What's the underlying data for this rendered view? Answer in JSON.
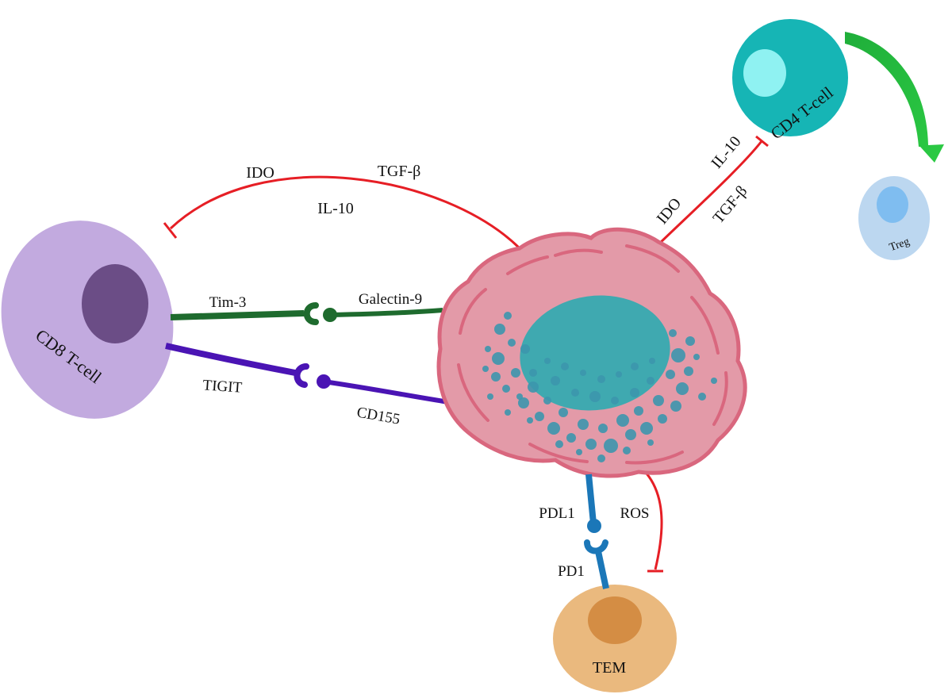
{
  "cells": {
    "cd8": {
      "label": "CD8 T-cell",
      "fill": "#c2aadf",
      "nucleus": "#6b4d86"
    },
    "cd4": {
      "label": "CD4 T-cell",
      "fill": "#16b5b5",
      "nucleus": "#8ff2f2"
    },
    "treg": {
      "label": "Treg",
      "fill": "#bcd7f0",
      "nucleus": "#7fbdf0"
    },
    "tem": {
      "label": "TEM",
      "fill": "#eab97e",
      "nucleus": "#d48d44"
    },
    "tumor": {
      "fill": "#e39aa8",
      "outline": "#d9677e",
      "nucleus": "#3fa9b0",
      "granules": "#3c96ad"
    }
  },
  "connections": {
    "ido_cd8": {
      "labels": [
        "IDO",
        "TGF-β",
        "IL-10"
      ],
      "color": "#e61e25"
    },
    "ido_cd4": {
      "labels": [
        "IDO",
        "IL-10",
        "TGF-β"
      ],
      "color": "#e61e25"
    },
    "tim3": {
      "receptor": "Tim-3",
      "ligand": "Galectin-9",
      "color": "#1e6b2e"
    },
    "tigit": {
      "receptor": "TIGIT",
      "ligand": "CD155",
      "color": "#4a14b4"
    },
    "pd1": {
      "receptor": "PD1",
      "ligand": "PDL1",
      "color": "#1b77b8"
    },
    "ros": {
      "label": "ROS",
      "color": "#e61e25"
    },
    "treg_arrow": {
      "color": "#22b83a"
    }
  }
}
